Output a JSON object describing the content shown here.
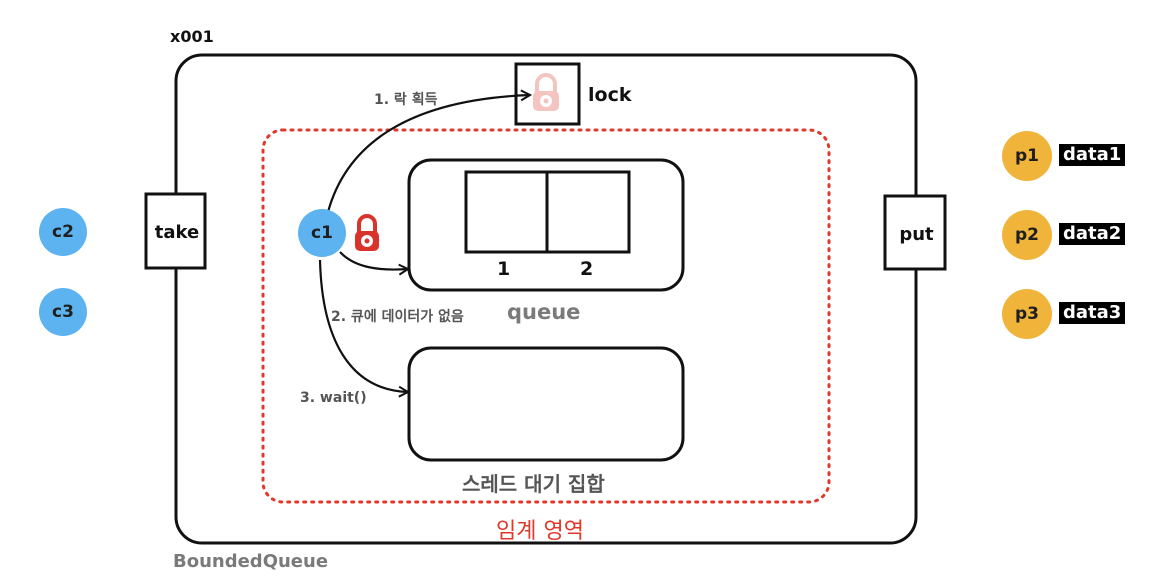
{
  "object_id": "x001",
  "class_name": "BoundedQueue",
  "methods": {
    "take": "take",
    "put": "put"
  },
  "lock": {
    "label": "lock",
    "icon": "lock-icon"
  },
  "critical_section": {
    "label": "임계 영역",
    "color": "#e0392b"
  },
  "queue": {
    "label": "queue",
    "slots": [
      "1",
      "2"
    ]
  },
  "wait_set": {
    "label": "스레드 대기 집합"
  },
  "steps": {
    "step1": "1. 락 획득",
    "step2": "2. 큐에 데이터가 없음",
    "step3": "3. wait()"
  },
  "consumers": [
    {
      "id": "c1"
    },
    {
      "id": "c2"
    },
    {
      "id": "c3"
    }
  ],
  "producers": [
    {
      "id": "p1",
      "data": "data1"
    },
    {
      "id": "p2",
      "data": "data2"
    },
    {
      "id": "p3",
      "data": "data3"
    }
  ],
  "colors": {
    "consumer": "#5cb3f0",
    "producer": "#f0b43a",
    "lock_held": "#d9342b",
    "lock_faded": "#f3c4c0"
  }
}
